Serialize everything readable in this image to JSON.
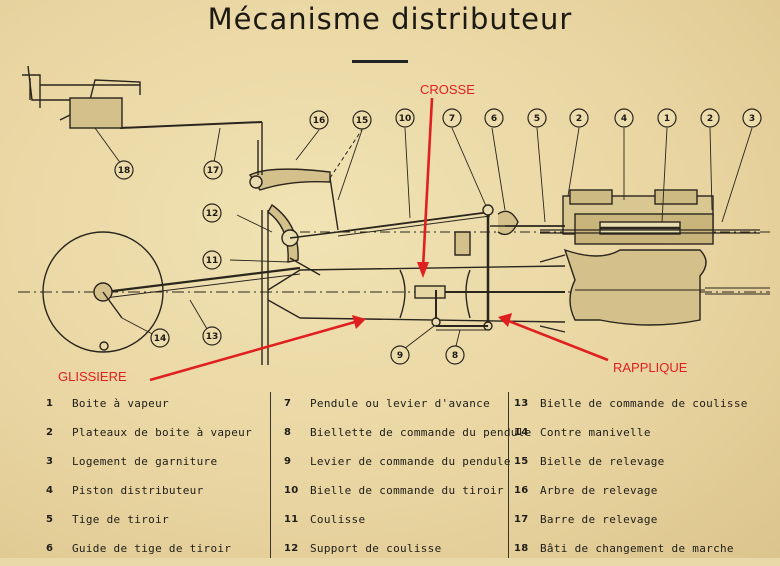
{
  "title": "Mécanisme distributeur",
  "annotations": {
    "crosse": "CROSSE",
    "glissiere": "GLISSIERE",
    "rapplique": "RAPPLIQUE"
  },
  "colors": {
    "annotation": "#e02020",
    "ink": "#1d1a14",
    "paper": "#ead9a8"
  },
  "callouts": [
    "1",
    "2",
    "3",
    "4",
    "5",
    "6",
    "7",
    "8",
    "9",
    "10",
    "11",
    "12",
    "13",
    "14",
    "15",
    "16",
    "17",
    "18"
  ],
  "legend": {
    "col1": [
      {
        "num": "1",
        "text": "Boite à vapeur"
      },
      {
        "num": "2",
        "text": "Plateaux de boite à vapeur"
      },
      {
        "num": "3",
        "text": "Logement de garniture"
      },
      {
        "num": "4",
        "text": "Piston distributeur"
      },
      {
        "num": "5",
        "text": "Tige de tiroir"
      },
      {
        "num": "6",
        "text": "Guide de tige de tiroir"
      }
    ],
    "col2": [
      {
        "num": "7",
        "text": "Pendule ou levier d'avance"
      },
      {
        "num": "8",
        "text": "Biellette de commande du pendule"
      },
      {
        "num": "9",
        "text": "Levier de commande du pendule"
      },
      {
        "num": "10",
        "text": "Bielle de commande du tiroir"
      },
      {
        "num": "11",
        "text": "Coulisse"
      },
      {
        "num": "12",
        "text": "Support de coulisse"
      }
    ],
    "col3": [
      {
        "num": "13",
        "text": "Bielle de commande de coulisse"
      },
      {
        "num": "14",
        "text": "Contre manivelle"
      },
      {
        "num": "15",
        "text": "Bielle de relevage"
      },
      {
        "num": "16",
        "text": "Arbre de relevage"
      },
      {
        "num": "17",
        "text": "Barre de relevage"
      },
      {
        "num": "18",
        "text": "Bâti de changement de marche"
      }
    ]
  }
}
